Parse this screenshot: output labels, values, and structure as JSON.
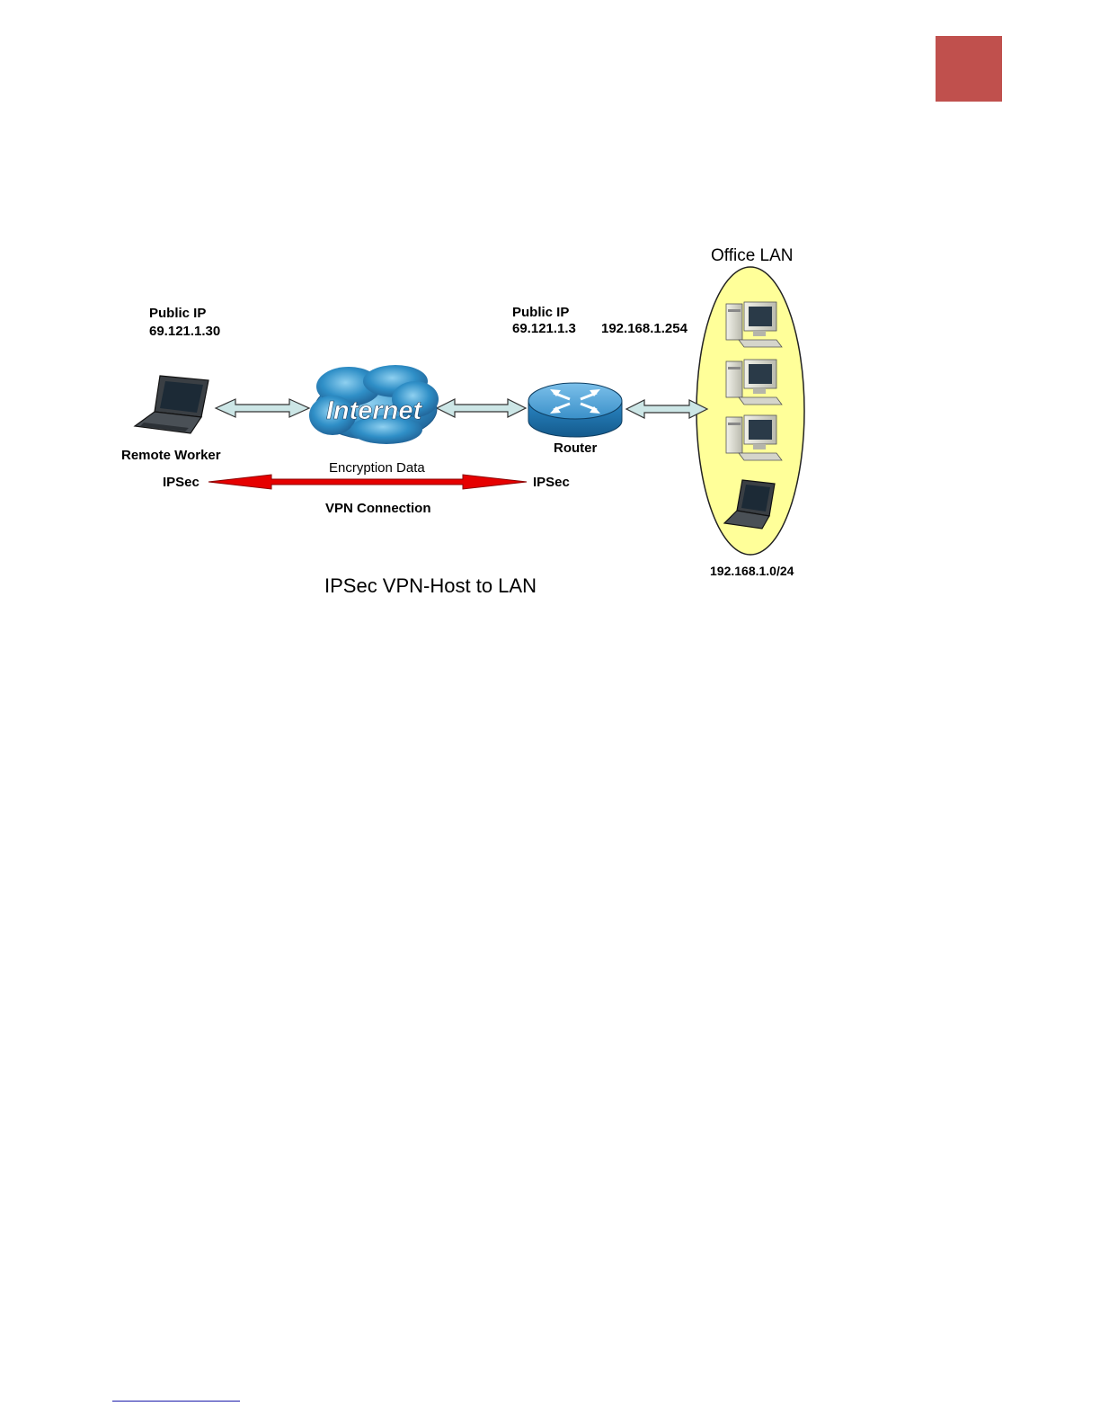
{
  "colors": {
    "corner_box": "#c0504d",
    "office_ellipse": "#ffff99",
    "link_arrow": "#cce6e6",
    "vpn_arrow": "#e60000",
    "cloud": "#2f8fc7",
    "router": "#2a86c4"
  },
  "labels": {
    "office_lan": "Office LAN",
    "remote_public_ip_title": "Public IP",
    "remote_public_ip": "69.121.1.30",
    "router_public_ip_title": "Public IP",
    "router_public_ip": "69.121.1.3",
    "router_lan_ip": "192.168.1.254",
    "internet": "Internet",
    "remote_worker": "Remote Worker",
    "router": "Router",
    "encryption_data": "Encryption Data",
    "ipsec_left": "IPSec",
    "ipsec_right": "IPSec",
    "vpn_connection": "VPN Connection",
    "subnet": "192.168.1.0/24",
    "caption": "IPSec VPN-Host to LAN"
  },
  "icons": {
    "remote": "laptop-icon",
    "cloud": "cloud-icon",
    "router": "router-icon",
    "lan_devices": [
      "desktop-computer-icon",
      "desktop-computer-icon",
      "desktop-computer-icon",
      "laptop-icon"
    ]
  }
}
